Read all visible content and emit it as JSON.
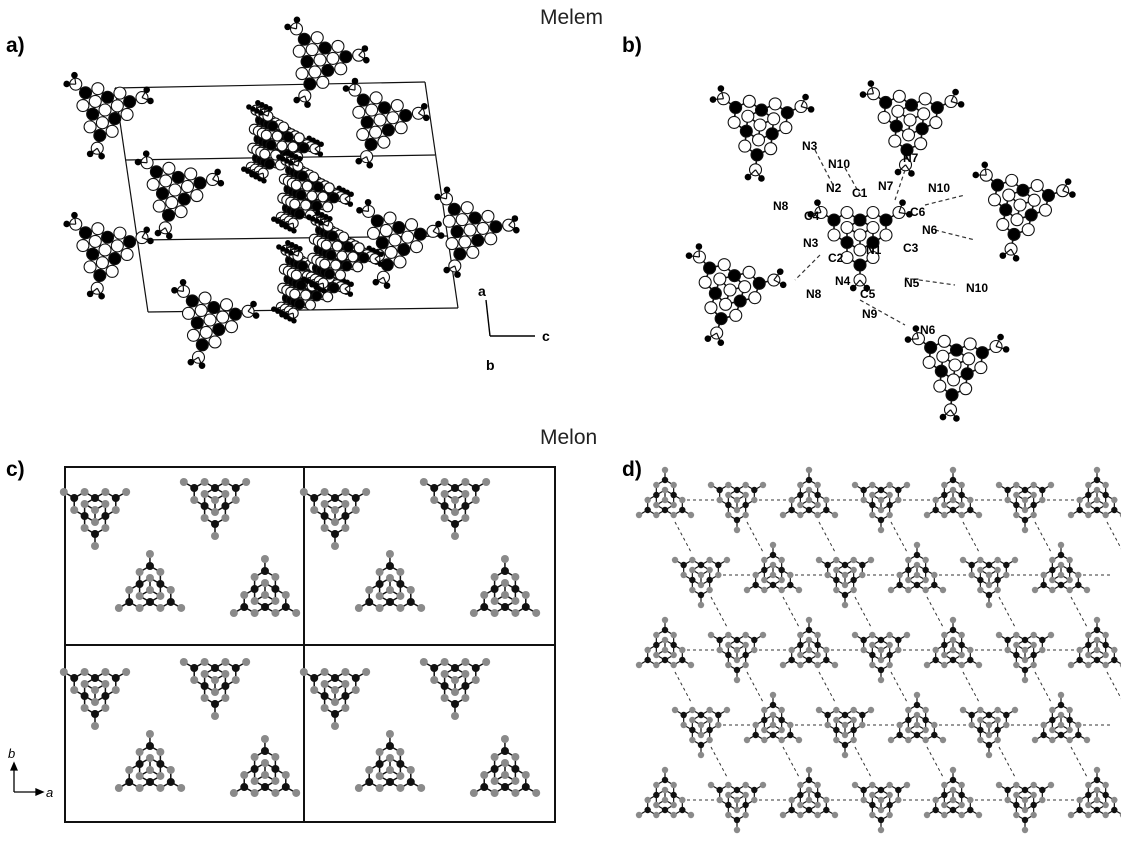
{
  "titles": {
    "melem": "Melem",
    "melon": "Melon"
  },
  "panels": {
    "a": "a)",
    "b": "b)",
    "c": "c)",
    "d": "d)"
  },
  "axes_a": {
    "a": "a",
    "b": "b",
    "c": "c"
  },
  "axes_c": {
    "b": "b",
    "a": "a"
  },
  "atom_labels_b": {
    "n3_top": "N3",
    "n10_top": "N10",
    "n7": "N7",
    "n2": "N2",
    "c1": "C1",
    "n10_right": "N10",
    "n8_top": "N8",
    "c4": "C4",
    "c6": "C6",
    "n6_right": "N6",
    "n3_mid": "N3",
    "n1": "N1",
    "c3": "C3",
    "c2": "C2",
    "n4": "N4",
    "n5": "N5",
    "n10_low": "N10",
    "n8_low": "N8",
    "c5": "C5",
    "n9": "N9",
    "n6_low": "N6"
  },
  "colors": {
    "line": "#111111",
    "filled_atom": "#000000",
    "open_atom": "#ffffff",
    "melon_carbon": "#111111",
    "melon_nitrogen": "#8a8a8a",
    "hbond": "#333333"
  }
}
